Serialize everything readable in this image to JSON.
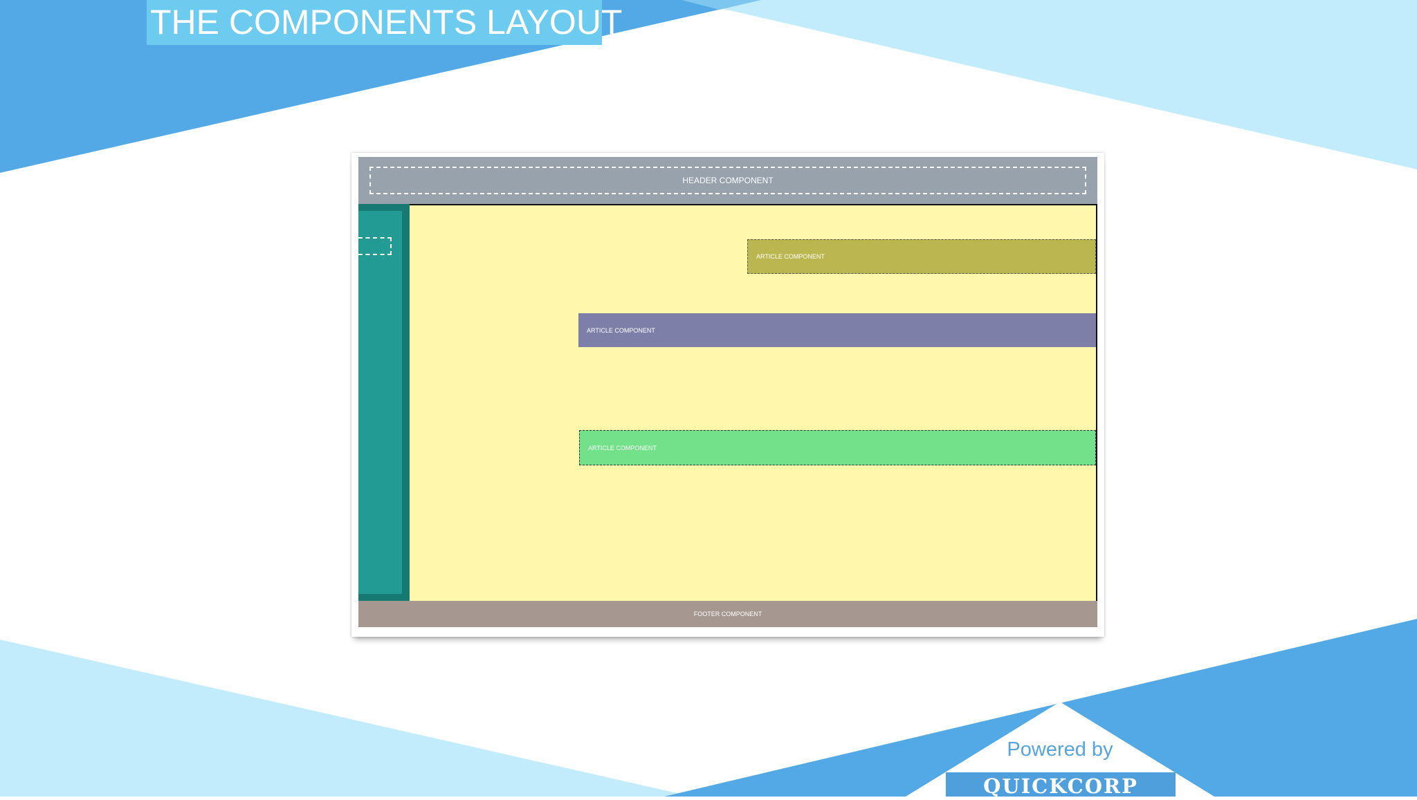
{
  "slide": {
    "title": "THE COMPONENTS LAYOUT"
  },
  "layout_diagram": {
    "header_label": "HEADER COMPONENT",
    "articles": [
      {
        "label": "ARTICLE COMPONENT",
        "color": "#bcb651"
      },
      {
        "label": "ARTICLE COMPONENT",
        "color": "#7e7fa8"
      },
      {
        "label": "ARTICLE COMPONENT",
        "color": "#73e08a"
      }
    ],
    "footer_label": "FOOTER COMPONENT",
    "colors": {
      "header": "#97a2ad",
      "sidebar": "#219b94",
      "content": "#fff7ab",
      "footer": "#a69890"
    }
  },
  "branding": {
    "powered_by": "Powered by",
    "company": "QUICKCORP"
  },
  "colors": {
    "background_blue_dark": "#52a9e6",
    "background_blue_light": "#c2ebfb",
    "title_box": "#6ecbf0"
  }
}
